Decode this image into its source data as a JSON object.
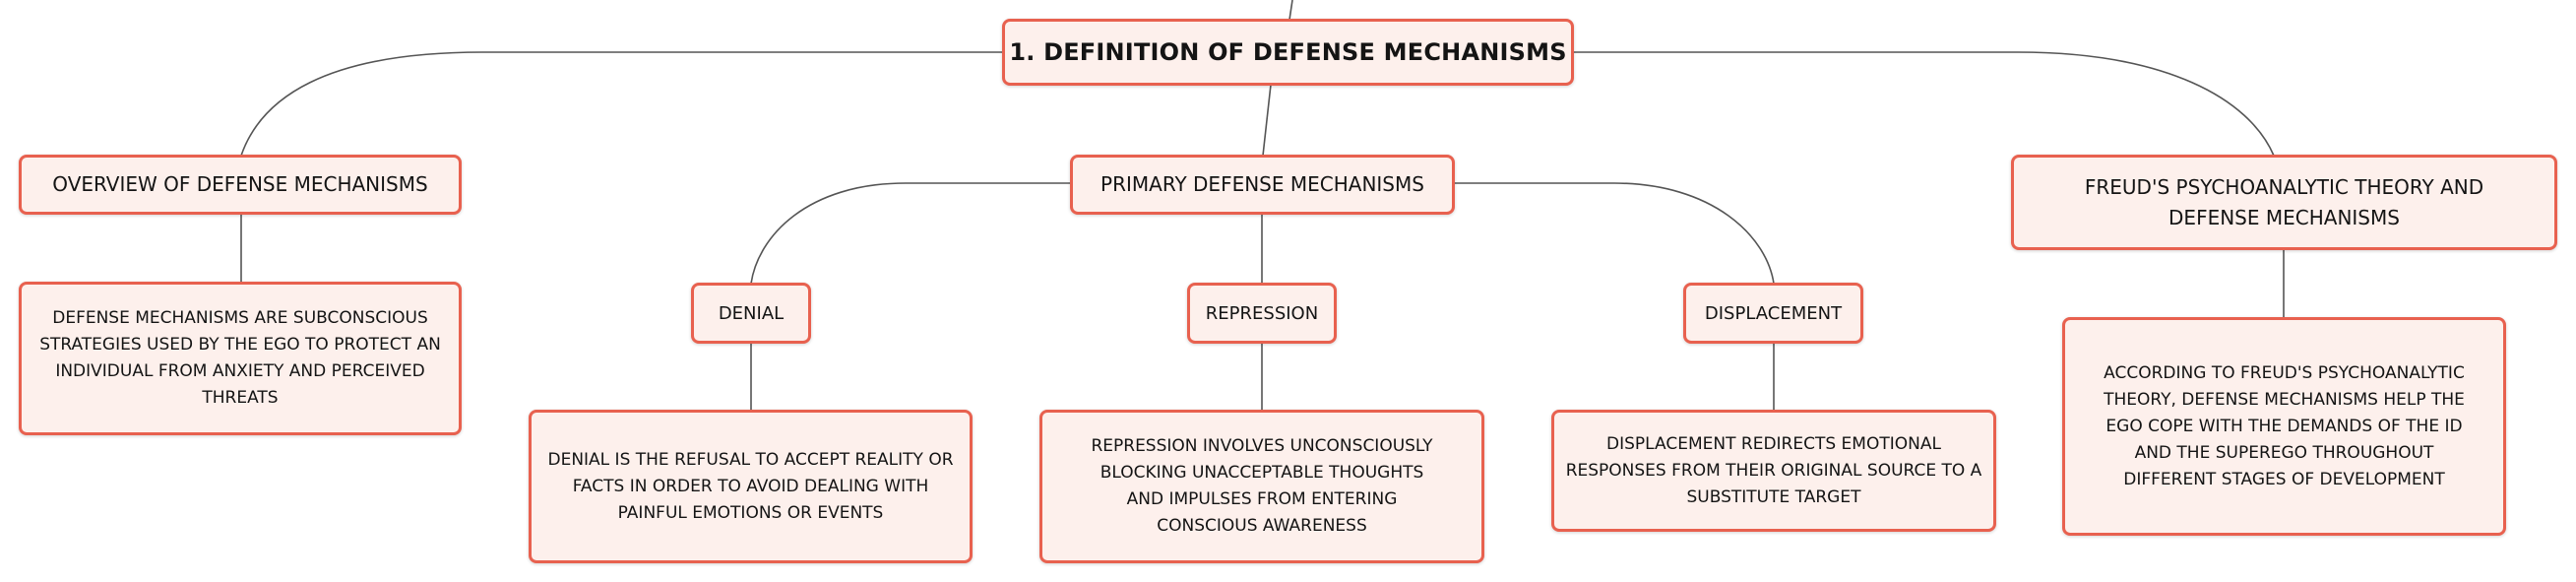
{
  "root": {
    "label": "1. DEFINITION OF DEFENSE MECHANISMS"
  },
  "topics": {
    "overview": "OVERVIEW OF DEFENSE MECHANISMS",
    "primary": "PRIMARY DEFENSE MECHANISMS",
    "freud": "FREUD'S PSYCHOANALYTIC THEORY AND DEFENSE MECHANISMS"
  },
  "subtopics": {
    "denial": "DENIAL",
    "repression": "REPRESSION",
    "displacement": "DISPLACEMENT"
  },
  "details": {
    "overview": "DEFENSE MECHANISMS ARE SUBCONSCIOUS STRATEGIES USED BY THE EGO TO PROTECT AN INDIVIDUAL FROM ANXIETY AND PERCEIVED THREATS",
    "denial": "DENIAL IS THE REFUSAL TO ACCEPT REALITY OR FACTS IN ORDER TO AVOID DEALING WITH PAINFUL EMOTIONS OR EVENTS",
    "repression": "REPRESSION INVOLVES UNCONSCIOUSLY BLOCKING UNACCEPTABLE THOUGHTS AND IMPULSES FROM ENTERING CONSCIOUS AWARENESS",
    "displacement": "DISPLACEMENT REDIRECTS EMOTIONAL RESPONSES FROM THEIR ORIGINAL SOURCE TO A SUBSTITUTE TARGET",
    "freud": "ACCORDING TO FREUD'S PSYCHOANALYTIC THEORY, DEFENSE MECHANISMS HELP THE EGO COPE WITH THE DEMANDS OF THE ID AND THE SUPEREGO THROUGHOUT DIFFERENT STAGES OF DEVELOPMENT"
  },
  "colors": {
    "node_border": "#e8614f",
    "node_fill": "#fdf0ec",
    "connector": "#555555",
    "text": "#141414"
  }
}
